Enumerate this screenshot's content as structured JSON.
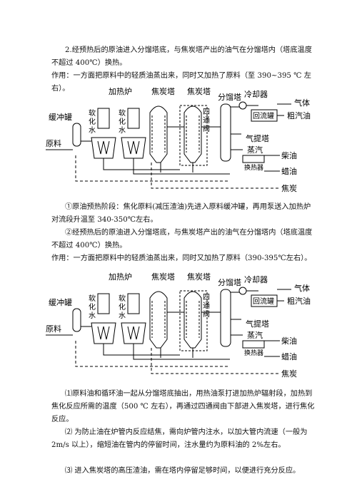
{
  "paragraphs": {
    "p1": "2.经预热后的原油进入分馏塔底，与焦炭塔产出的油气在分馏塔内（塔底温度不超过 400℃）换热。",
    "p2": "作用：一方面把原料中的轻质油蒸出来，同时又加热了原料（至 390~395 ℃ 左右）。",
    "p3": "①原油预热阶段：焦化原料(减压渣油)先进入原料缓冲罐，再用泵送入加热炉对流段升温至 340-350℃左右。",
    "p4": "②经预热后的原油进入分馏塔底，与焦炭塔产出的油气在分馏塔内（塔底温度不超过 400℃）换热。",
    "p5": "作用：一方面把原料中的轻质油蒸出来，同时又加热了原料（390-395℃左右）。",
    "p6": "⑴原料油和循环油一起从分馏塔底抽出，用热油泵打进加热炉辐射段，加热到焦化反应所需的温度（500 ℃ 左右），再通过四通阀由下部进入焦炭塔，进行焦化反应。",
    "p7": "⑵ 为防止油在炉管内反应结焦，需向炉管内注水，以加大管内流速（一般为 2m/s 以上），缩短油在管内的停留时间，注水量约为原料油的 2%左右。",
    "p8": "⑶ 进入焦炭塔的高压渣油，需在塔内停留足够时间，以便进行充分反应。"
  },
  "diagram": {
    "heater": "加热炉",
    "coke_tower_1": "焦炭塔",
    "coke_tower_2": "焦炭塔",
    "fractionator": "分馏塔",
    "cooler": "冷却器",
    "buffer_tank": "缓冲罐",
    "softened_water": "软化水",
    "four_way_valve": "四通阀",
    "reflux_tank": "回流罐",
    "gas": "气体",
    "crude_gasoline": "粗汽油",
    "stripper": "气提塔",
    "steam": "蒸汽",
    "heat_exchanger": "换热器",
    "diesel": "柴油",
    "wax_oil": "蜡油",
    "coke": "焦炭",
    "feedstock": "原料"
  }
}
